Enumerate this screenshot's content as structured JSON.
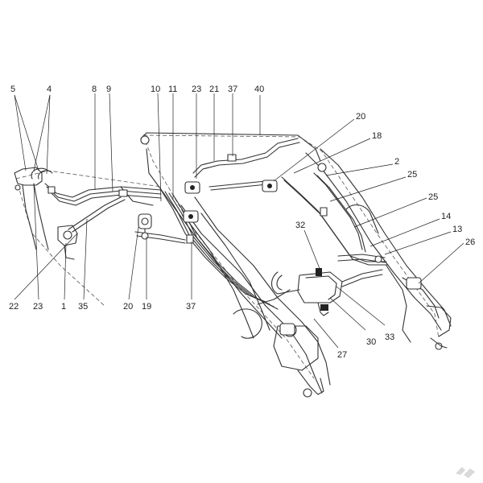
{
  "diagram": {
    "callouts_top": [
      "5",
      "4",
      "8",
      "9",
      "10",
      "11",
      "23",
      "21",
      "37",
      "40"
    ],
    "callouts_right": [
      "20",
      "18",
      "2",
      "25",
      "25",
      "14",
      "13",
      "26"
    ],
    "callouts_bottom": [
      "22",
      "23",
      "1",
      "35",
      "20",
      "19",
      "37",
      "27",
      "30",
      "33",
      "32"
    ]
  },
  "colors": {
    "line": "#333333",
    "background": "#ffffff"
  }
}
